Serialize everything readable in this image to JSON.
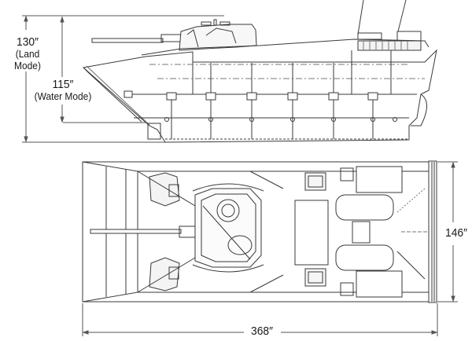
{
  "diagram": {
    "views": [
      "side-view",
      "top-view"
    ],
    "dimensions": {
      "land_height": {
        "value": "130″",
        "note": "(Land Mode)"
      },
      "water_height": {
        "value": "115″",
        "note": "(Water Mode)"
      },
      "width": {
        "value": "146″"
      },
      "length": {
        "value": "368″"
      }
    },
    "colors": {
      "line": "#3a3a3a",
      "fill": "#ffffff",
      "shade": "#e6e6e6"
    }
  }
}
